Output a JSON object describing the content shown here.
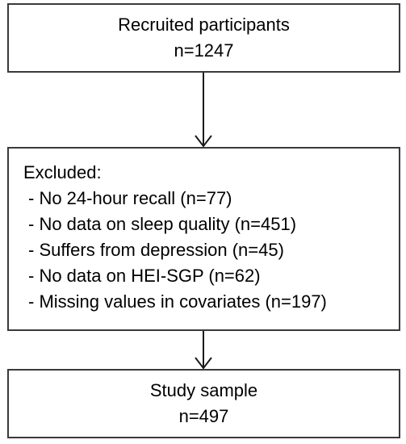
{
  "top_box": {
    "title": "Recruited participants",
    "count": "n=1247"
  },
  "excluded_box": {
    "heading": "Excluded:",
    "items": [
      "- No 24-hour recall (n=77)",
      "- No data on sleep quality (n=451)",
      "- Suffers from depression (n=45)",
      "- No data on HEI-SGP (n=62)",
      "- Missing values in covariates (n=197)"
    ]
  },
  "bottom_box": {
    "title": "Study sample",
    "count": "n=497"
  }
}
